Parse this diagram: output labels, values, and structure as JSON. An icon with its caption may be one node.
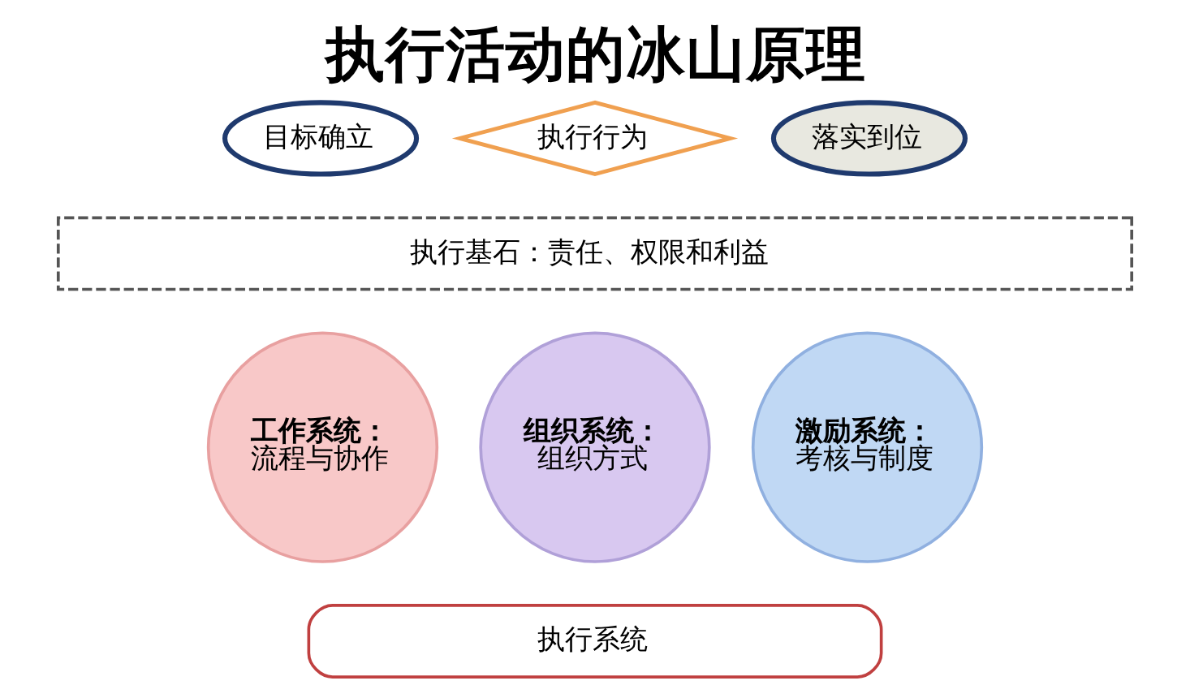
{
  "diagram": {
    "title": "执行活动的冰山原理",
    "nodes": [
      {
        "text": [
          "目标确立"
        ]
      },
      {
        "text": [
          "执行行为"
        ]
      },
      {
        "text": [
          "落实到位"
        ]
      },
      {
        "text": [
          "执行基石：责任、权限和利益"
        ]
      },
      {
        "text": [
          "工作系统：",
          "流程与协作"
        ]
      },
      {
        "text": [
          "组织系统：",
          "组织方式"
        ]
      },
      {
        "text": [
          "激励系统：",
          "考核与制度"
        ]
      },
      {
        "text": [
          "执行系统"
        ]
      }
    ]
  }
}
